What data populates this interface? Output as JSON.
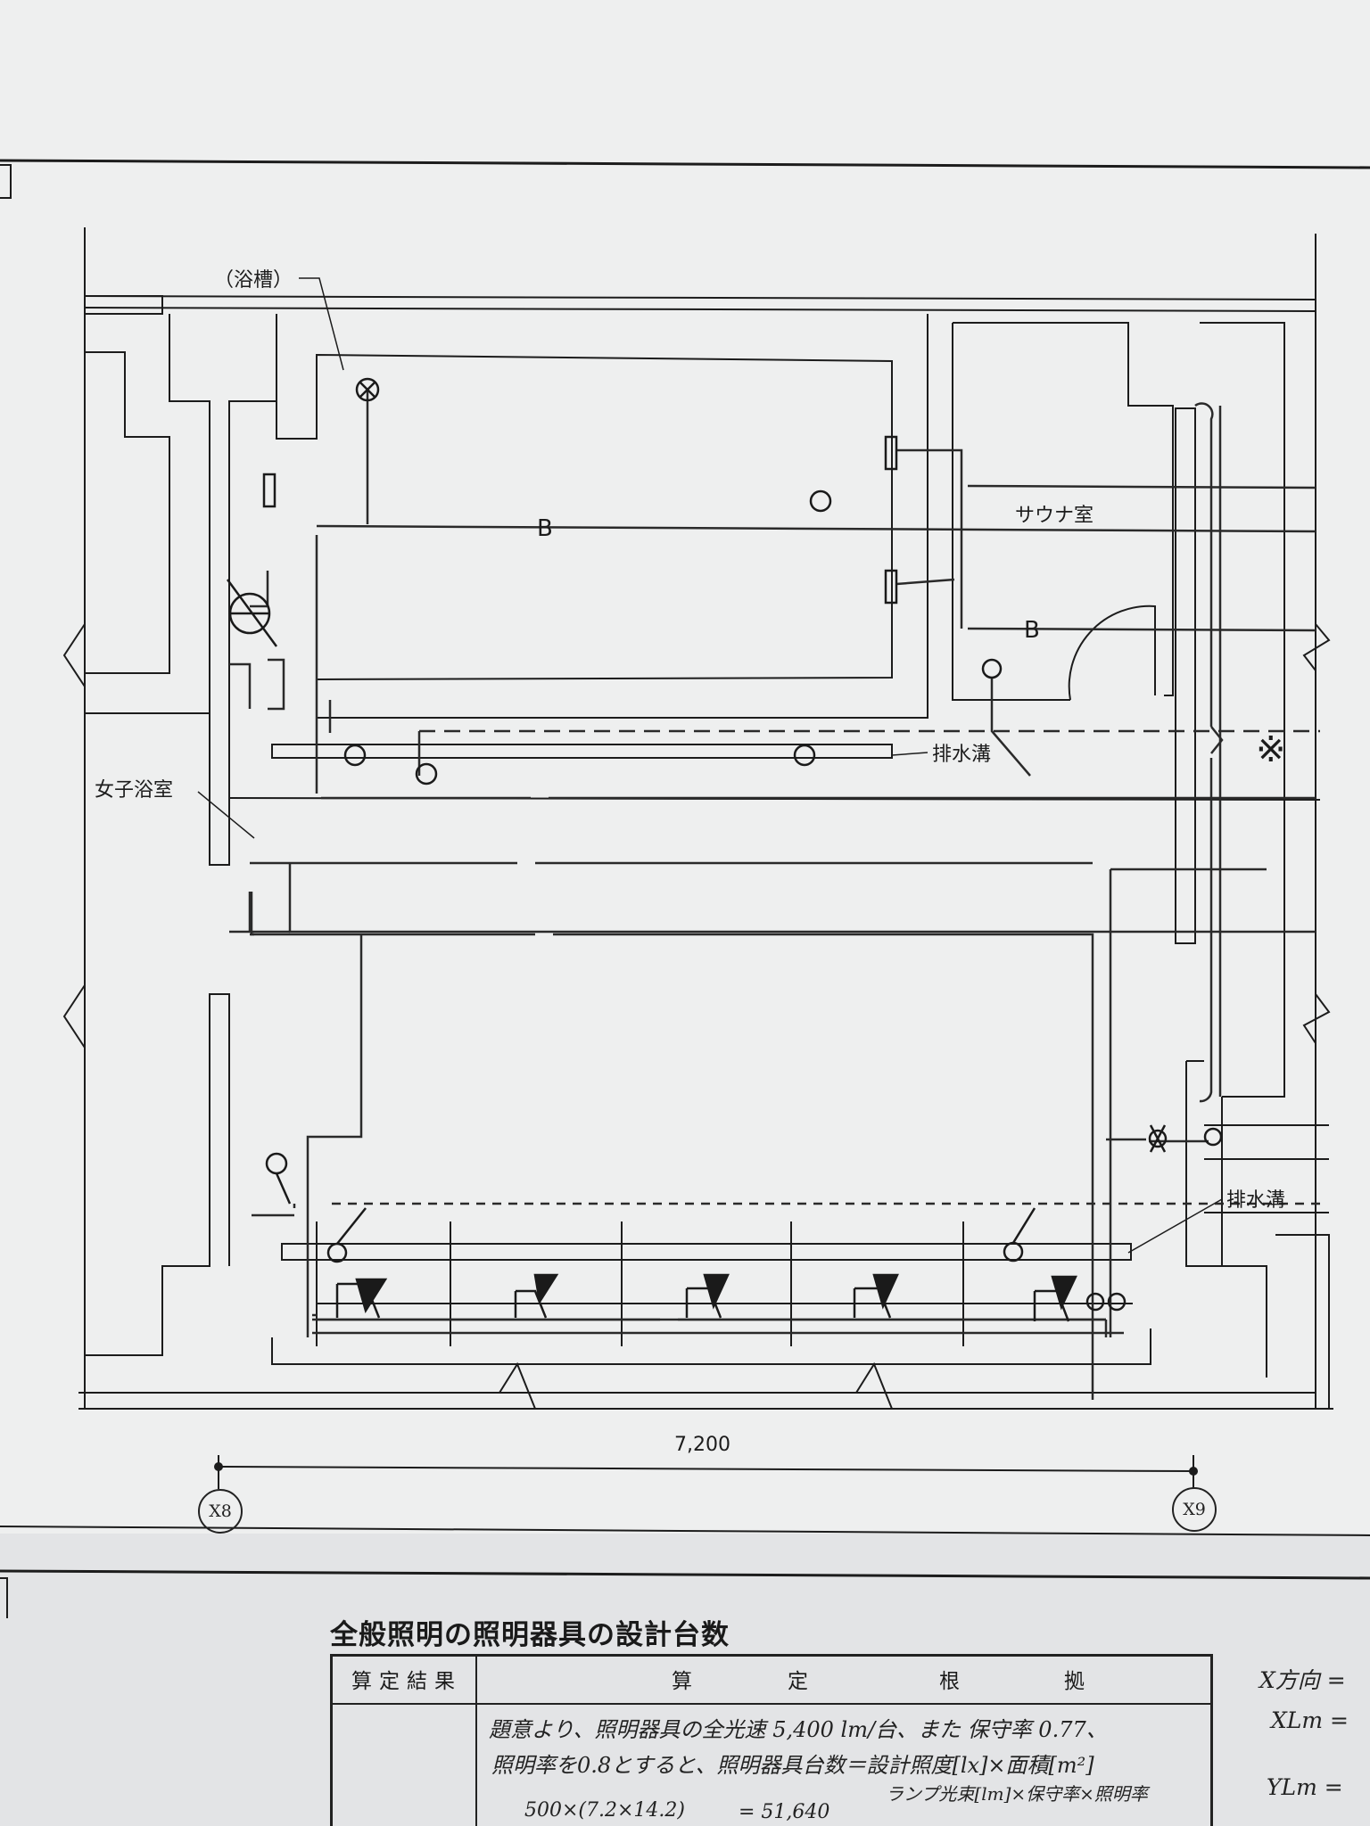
{
  "labels": {
    "bathtub": "（浴槽）",
    "sauna": "サウナ室",
    "womens_bath": "女子浴室",
    "drain_upper": "排水溝",
    "drain_lower": "排水溝",
    "circuit_b1": "B",
    "circuit_b2": "B",
    "note_mark": "※",
    "dimension": "7,200"
  },
  "grid_axes": [
    "X8",
    "X9"
  ],
  "calc": {
    "title": "全般照明の照明器具の設計台数",
    "col_result": "算定結果",
    "col_basis_chars": [
      "算",
      "定",
      "根",
      "拠"
    ],
    "line1": "題意より、照明器具の全光速 5,400 lm/台、また 保守率 0.77、",
    "line2": "照明率を0.8とすると、照明器具台数＝設計照度[lx]×面積[m²]",
    "line3": "ランプ光束[lm]×保守率×照明率",
    "line4": "500×(7.2×14.2)",
    "line5": "= 51,640",
    "side1": "X方向 =",
    "side2": "XLm =",
    "side3": "YLm ="
  },
  "colors": {
    "ink": "#1c1c1c",
    "paper": "#eeefef"
  }
}
